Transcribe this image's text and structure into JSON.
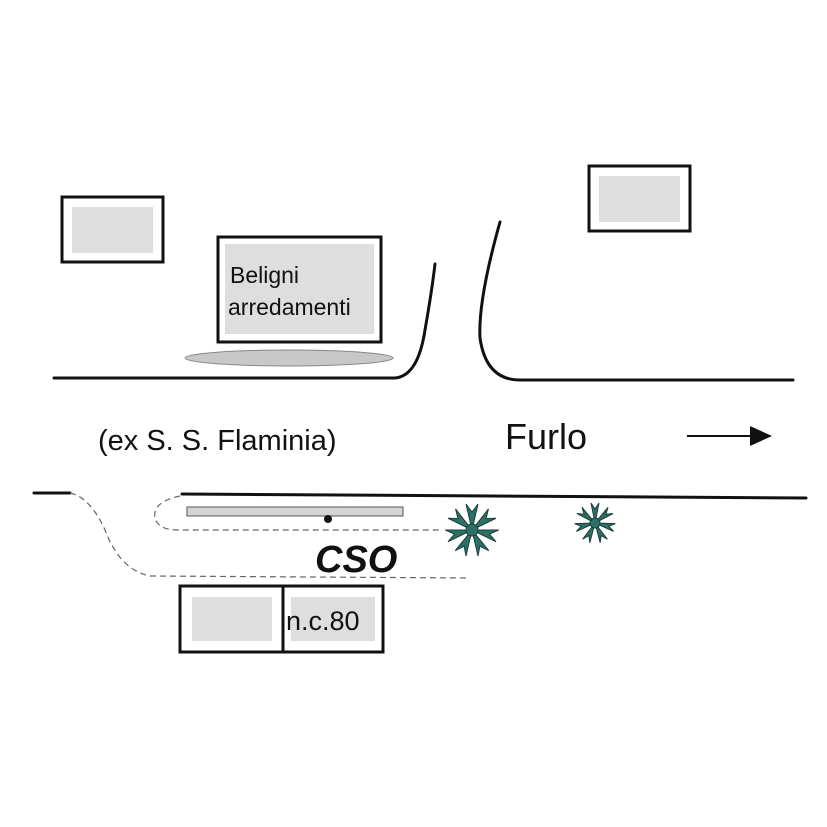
{
  "labels": {
    "building_belligni_line1": "Beligni",
    "building_belligni_line2": "arredamenti",
    "road_name": "(ex S. S. Flaminia)",
    "direction": "Furlo",
    "cso": "CSO",
    "house_number": "n.c.80"
  },
  "colors": {
    "line": "#111111",
    "building_fill": "#dedede",
    "parking_ellipse": "#c8c8c8",
    "tree": "#2e7068",
    "dashed_path": "#666666"
  },
  "icons": [
    "arrow-right-icon",
    "tree-icon",
    "outfall-point-icon"
  ]
}
